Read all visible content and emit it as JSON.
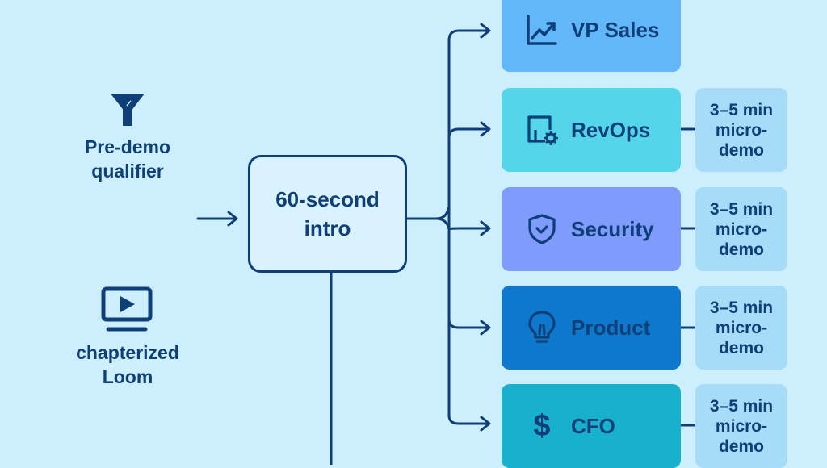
{
  "sources": [
    {
      "icon": "funnel-icon",
      "lines": [
        "Pre-demo",
        "qualifier"
      ]
    },
    {
      "icon": "video-monitor-icon",
      "lines": [
        "chapterized",
        "Loom"
      ]
    }
  ],
  "intro": {
    "lines": [
      "60-second",
      "intro"
    ]
  },
  "roles": [
    {
      "label": "VP Sales",
      "icon": "chart-trend-icon",
      "color": "#62b7f9",
      "micro_demo": null
    },
    {
      "label": "RevOps",
      "icon": "dashboard-gear-icon",
      "color": "#55d5ea",
      "micro_demo": [
        "3–5 min",
        "micro-",
        "demo"
      ]
    },
    {
      "label": "Security",
      "icon": "shield-check-icon",
      "color": "#7f9bfb",
      "micro_demo": [
        "3–5 min",
        "micro-",
        "demo"
      ]
    },
    {
      "label": "Product",
      "icon": "lightbulb-icon",
      "color": "#0d78cc",
      "micro_demo": [
        "3–5 min",
        "micro-",
        "demo"
      ]
    },
    {
      "label": "CFO",
      "icon": "dollar-icon",
      "color": "#17b0cd",
      "micro_demo": [
        "3–5 min",
        "micro-",
        "demo"
      ]
    }
  ],
  "colors": {
    "background": "#cdeffd",
    "line": "#0e3f78",
    "micro_demo_bg": "#a6dcf8"
  }
}
